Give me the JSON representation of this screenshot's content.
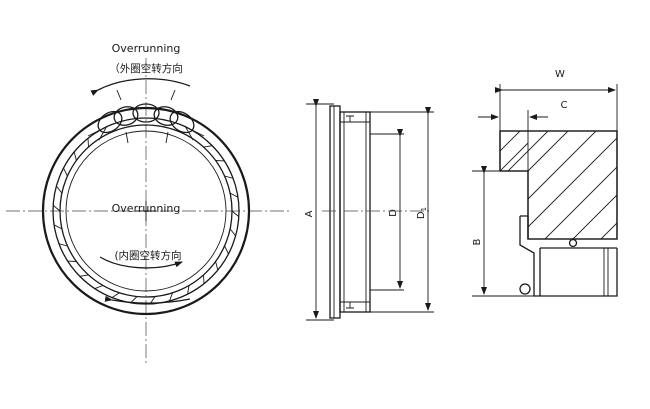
{
  "outer_label": {
    "en": "Overrunning",
    "cn": "（外圈空转方向"
  },
  "inner_label": {
    "en": "Overrunning",
    "cn": "(内圈空转方向"
  },
  "dimensions": {
    "A": "A",
    "D": "D",
    "D1": "D",
    "D1_sub": "1",
    "W": "W",
    "C": "C",
    "B": "B"
  }
}
